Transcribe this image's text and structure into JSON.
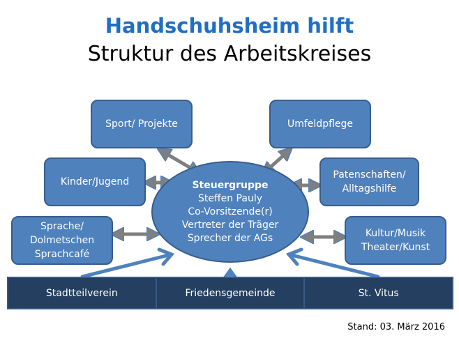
{
  "title": "Handschuhsheim hilft",
  "subtitle": "Struktur des Arbeitskreises",
  "groups": {
    "sport": "Sport/ Projekte",
    "umfeld": "Umfeldpflege",
    "kinder": "Kinder/Jugend",
    "paten": "Patenschaften/\nAlltagshilfe",
    "sprache": "Sprache/\nDolmetschen\nSprachcafé",
    "kultur": "Kultur/Musik\nTheater/Kunst"
  },
  "center": {
    "heading": "Steuergruppe",
    "lines": [
      "Steffen Pauly",
      "Co-Vorsitzende(r)",
      "Vertreter der Träger",
      "Sprecher der AGs"
    ]
  },
  "foundation": [
    "Stadtteilverein",
    "Friedensgemeinde",
    "St. Vitus"
  ],
  "stand": "Stand: 03. März 2016",
  "colors": {
    "title": "#1f6fc4",
    "box": "#4f81bd",
    "bar": "#243f60",
    "arrow": "#7f7f7f"
  }
}
